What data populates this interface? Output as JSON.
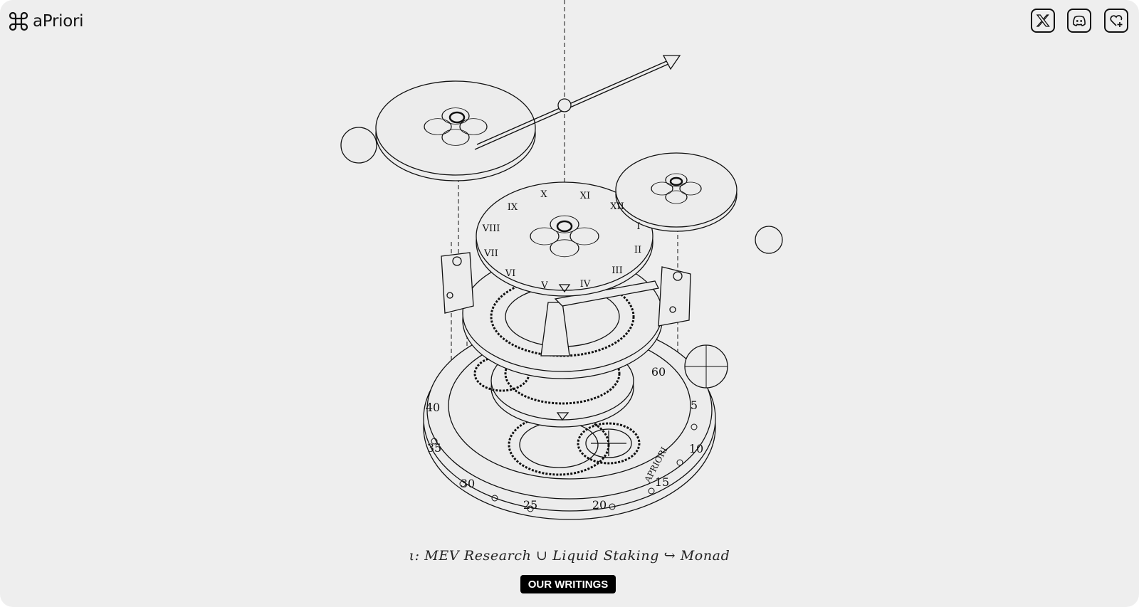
{
  "header": {
    "brand": "aPriori",
    "logo_icon": "clover-icon",
    "social_icons": [
      "x-twitter-icon",
      "discord-icon",
      "heart-plus-icon"
    ]
  },
  "hero": {
    "tagline": "ι: MEV Research ∪ Liquid Staking ↪ Monad",
    "cta_label": "OUR WRITINGS",
    "dial_numerals": [
      "X",
      "XI",
      "XII",
      "I",
      "II",
      "III",
      "IV",
      "V",
      "VI",
      "VII",
      "VIII",
      "IX"
    ],
    "minute_numerals": [
      "5",
      "10",
      "15",
      "20",
      "25",
      "30",
      "35",
      "40",
      "60"
    ],
    "engraving": "APRIORI"
  },
  "colors": {
    "background": "#eeeeee",
    "ink": "#111111",
    "button_bg": "#000000",
    "button_text": "#ffffff"
  }
}
